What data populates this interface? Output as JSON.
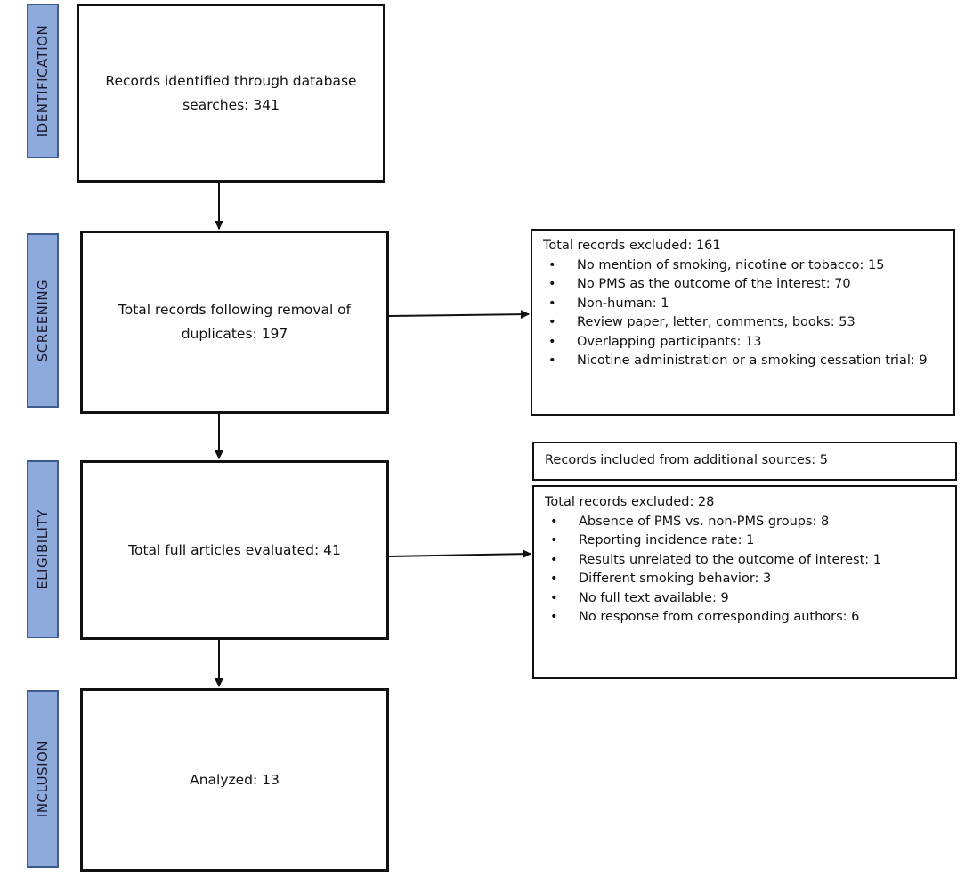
{
  "stages": [
    "IDENTIFICATION",
    "SCREENING",
    "ELIGIBILITY",
    "INCLUSION"
  ],
  "boxes": {
    "identified": "Records identified through database searches: 341",
    "screened": "Total records following removal of duplicates: 197",
    "eligible": "Total full articles evaluated: 41",
    "included": "Analyzed: 13"
  },
  "screening_excluded": {
    "title": "Total records excluded: 161",
    "items": [
      "No mention of smoking, nicotine or tobacco: 15",
      "No PMS as the outcome of the interest: 70",
      "Non-human: 1",
      "Review paper, letter, comments, books: 53",
      "Overlapping participants: 13",
      "Nicotine administration or a smoking cessation trial: 9"
    ]
  },
  "additional_sources": "Records included from additional sources: 5",
  "eligibility_excluded": {
    "title": "Total records excluded: 28",
    "items": [
      "Absence of PMS vs. non-PMS groups: 8",
      "Reporting incidence rate: 1",
      "Results unrelated to the outcome of interest: 1",
      "Different smoking behavior: 3",
      "No full text available: 9",
      "No response from corresponding authors: 6"
    ]
  }
}
